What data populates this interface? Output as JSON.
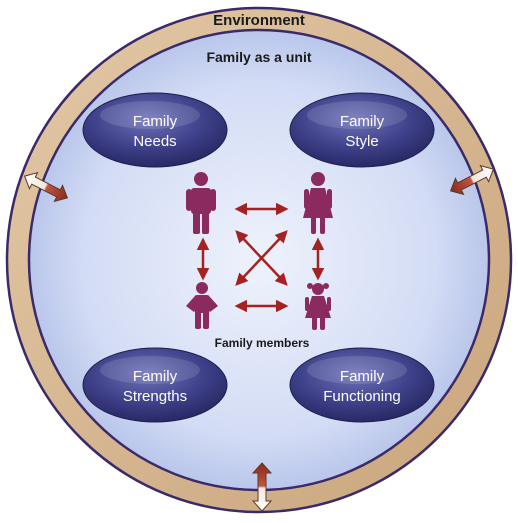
{
  "labels": {
    "environment": "Environment",
    "family_unit": "Family as a unit",
    "family_members": "Family members"
  },
  "ovals": {
    "needs": [
      "Family",
      "Needs"
    ],
    "style": [
      "Family",
      "Style"
    ],
    "strengths": [
      "Family",
      "Strengths"
    ],
    "functioning": [
      "Family",
      "Functioning"
    ]
  },
  "colors": {
    "ring": "#d4b490",
    "ring_outline": "#3a2a6a",
    "inner_fill": "#c9d4f2",
    "oval_fill": "#3d3e86",
    "figure": "#8a2a5e",
    "arrow_red": "#a52222",
    "arrow_light": "#ffffff"
  },
  "icons": [
    "man-figure-icon",
    "woman-figure-icon",
    "boy-figure-icon",
    "girl-figure-icon",
    "bidirectional-arrow-icon"
  ]
}
